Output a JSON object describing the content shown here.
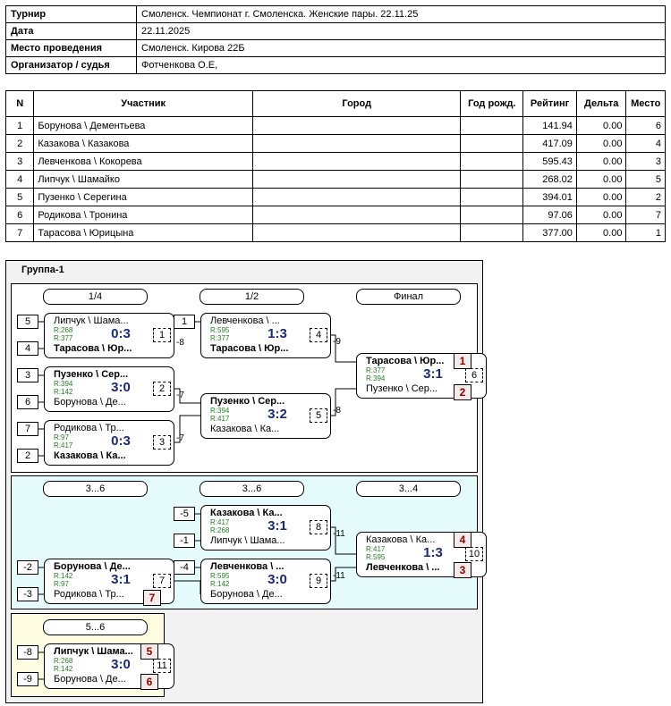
{
  "info": [
    {
      "label": "Турнир",
      "value": "Смоленск. Чемпионат г. Смоленска. Женские пары. 22.11.25"
    },
    {
      "label": "Дата",
      "value": "22.11.2025"
    },
    {
      "label": "Место проведения",
      "value": "Смоленск. Кирова 22Б"
    },
    {
      "label": "Организатор / судья",
      "value": "Фотченкова О.Е,"
    }
  ],
  "players": {
    "headers": [
      "N",
      "Участник",
      "Город",
      "Год рожд.",
      "Рейтинг",
      "Дельта",
      "Место"
    ],
    "rows": [
      [
        "1",
        "Борунова \\ Дементьева",
        "",
        "",
        "141.94",
        "0.00",
        "6"
      ],
      [
        "2",
        "Казакова \\ Казакова",
        "",
        "",
        "417.09",
        "0.00",
        "4"
      ],
      [
        "3",
        "Левченкова \\ Кокорева",
        "",
        "",
        "595.43",
        "0.00",
        "3"
      ],
      [
        "4",
        "Липчук \\ Шамайко",
        "",
        "",
        "268.02",
        "0.00",
        "5"
      ],
      [
        "5",
        "Пузенко \\ Серегина",
        "",
        "",
        "394.01",
        "0.00",
        "2"
      ],
      [
        "6",
        "Родикова \\ Тронина",
        "",
        "",
        "97.06",
        "0.00",
        "7"
      ],
      [
        "7",
        "Тарасова \\ Юрицына",
        "",
        "",
        "377.00",
        "0.00",
        "1"
      ]
    ]
  },
  "group": {
    "title": "Группа-1",
    "rounds": [
      "1/4",
      "1/2",
      "Финал",
      "3...6",
      "3...6",
      "3...4",
      "5...6"
    ],
    "seeds": [
      "5",
      "4",
      "3",
      "6",
      "7",
      "2",
      "1",
      "-5",
      "-1",
      "-2",
      "-3",
      "-4",
      "-8",
      "-9"
    ],
    "links": [
      "-8",
      "-9",
      "-7",
      "-7",
      "-8",
      "-11",
      "-11"
    ],
    "places": [
      "1",
      "2",
      "4",
      "3",
      "7",
      "5",
      "6"
    ],
    "matches": [
      {
        "no": "1",
        "score": "0:3",
        "top": "Липчук \\ Шама...",
        "top_r": "R:268",
        "bottom": "Тарасова \\ Юр...",
        "bottom_r": "R:377"
      },
      {
        "no": "2",
        "score": "3:0",
        "top": "Пузенко \\ Сер...",
        "top_r": "R:394",
        "bottom": "Борунова \\ Де...",
        "bottom_r": "R:142"
      },
      {
        "no": "3",
        "score": "0:3",
        "top": "Родикова \\ Тр...",
        "top_r": "R:97",
        "bottom": "Казакова \\ Ка...",
        "bottom_r": "R:417"
      },
      {
        "no": "4",
        "score": "1:3",
        "top": "Левченкова \\ ...",
        "top_r": "R:595",
        "bottom": "Тарасова \\ Юр...",
        "bottom_r": "R:377"
      },
      {
        "no": "5",
        "score": "3:2",
        "top": "Пузенко \\ Сер...",
        "top_r": "R:394",
        "bottom": "Казакова \\ Ка...",
        "bottom_r": "R:417"
      },
      {
        "no": "6",
        "score": "3:1",
        "top": "Тарасова \\ Юр...",
        "top_r": "R:377",
        "bottom": "Пузенко \\ Сер...",
        "bottom_r": "R:394"
      },
      {
        "no": "8",
        "score": "3:1",
        "top": "Казакова \\ Ка...",
        "top_r": "R:417",
        "bottom": "Липчук \\ Шама...",
        "bottom_r": "R:268"
      },
      {
        "no": "7",
        "score": "3:1",
        "top": "Борунова \\ Де...",
        "top_r": "R:142",
        "bottom": "Родикова \\ Тр...",
        "bottom_r": "R:97"
      },
      {
        "no": "9",
        "score": "3:0",
        "top": "Левченкова \\ ...",
        "top_r": "R:595",
        "bottom": "Борунова \\ Де...",
        "bottom_r": "R:142"
      },
      {
        "no": "10",
        "score": "1:3",
        "top": "Казакова \\ Ка...",
        "top_r": "R:417",
        "bottom": "Левченкова \\ ...",
        "bottom_r": "R:595"
      },
      {
        "no": "11",
        "score": "3:0",
        "top": "Липчук \\ Шама...",
        "top_r": "R:268",
        "bottom": "Борунова \\ Де...",
        "bottom_r": "R:142"
      }
    ]
  }
}
